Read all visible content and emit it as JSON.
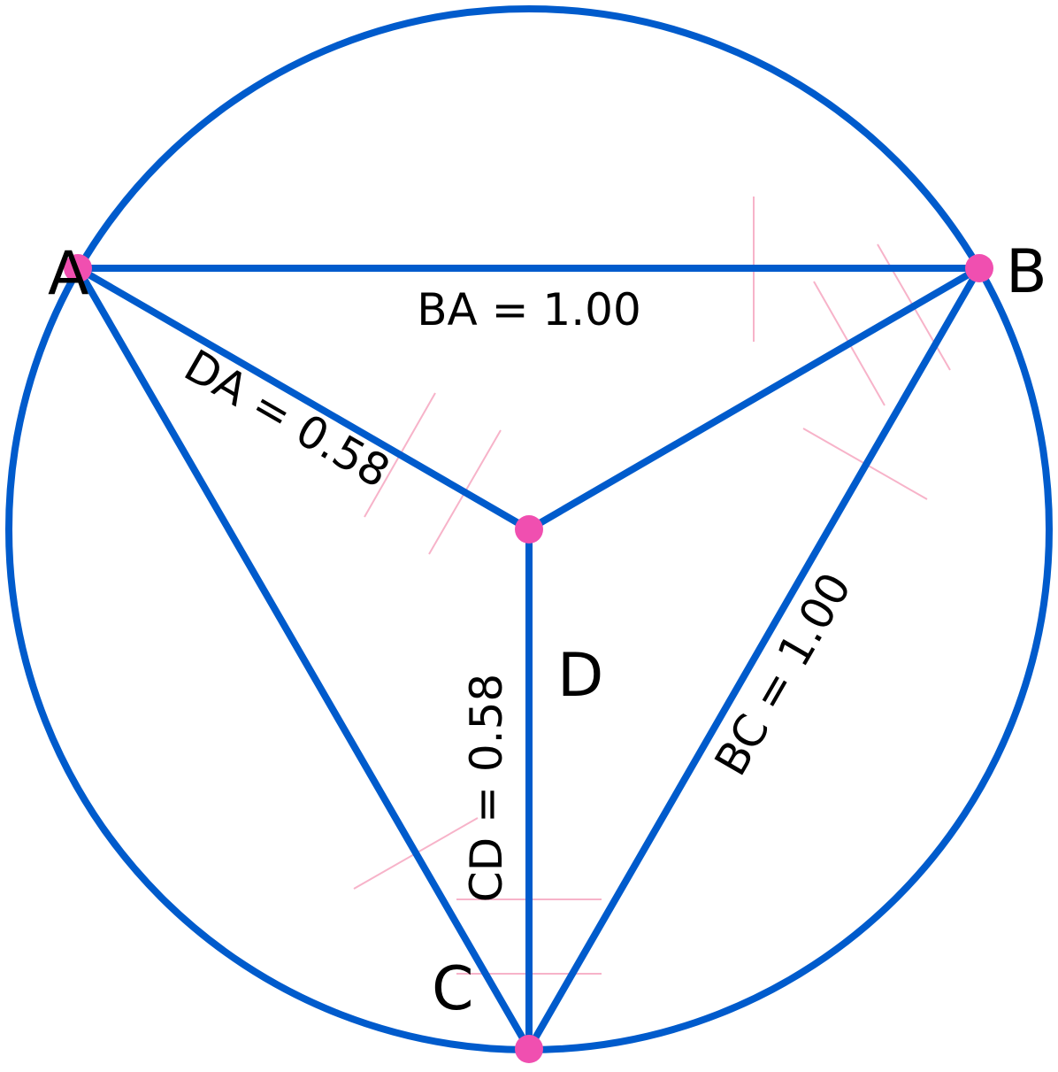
{
  "figure": {
    "points": [
      {
        "id": "A",
        "label": "A"
      },
      {
        "id": "B",
        "label": "B"
      },
      {
        "id": "C",
        "label": "C"
      },
      {
        "id": "D",
        "label": "D"
      }
    ],
    "segments": [
      {
        "id": "BA",
        "from": "B",
        "to": "A"
      },
      {
        "id": "BC",
        "from": "B",
        "to": "C"
      },
      {
        "id": "CA",
        "from": "C",
        "to": "A"
      },
      {
        "id": "DA",
        "from": "D",
        "to": "A"
      },
      {
        "id": "DB",
        "from": "D",
        "to": "B"
      },
      {
        "id": "DC",
        "from": "D",
        "to": "C"
      }
    ],
    "measurements": {
      "ba": "BA = 1.00",
      "da": "DA = 0.58",
      "bc": "BC = 1.00",
      "cd": "CD = 0.58"
    },
    "circle": "circumcircle of ABC centered at D"
  },
  "colors": {
    "line": "#005bcc",
    "point": "#f04fb0",
    "construction": "#f7b3c9",
    "text": "#000000"
  }
}
